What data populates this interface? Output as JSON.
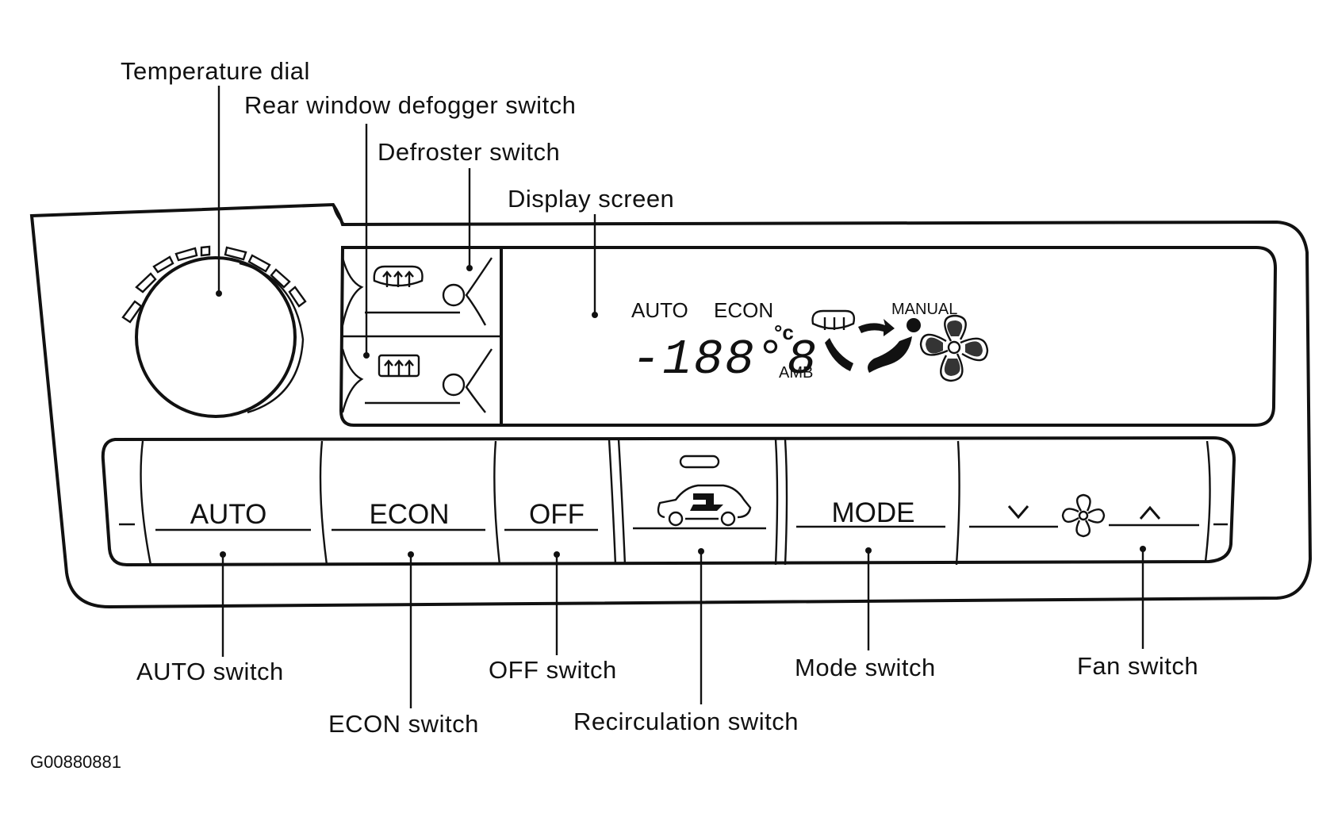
{
  "callouts": {
    "temperature_dial": "Temperature dial",
    "rear_defogger": "Rear window defogger switch",
    "defroster": "Defroster switch",
    "display_screen": "Display screen",
    "auto_switch": "AUTO switch",
    "econ_switch": "ECON switch",
    "off_switch": "OFF switch",
    "recirculation_switch": "Recirculation switch",
    "mode_switch": "Mode switch",
    "fan_switch": "Fan switch"
  },
  "buttons": {
    "auto": "AUTO",
    "econ": "ECON",
    "off": "OFF",
    "mode": "MODE",
    "fan_down": "v",
    "fan_up": "^"
  },
  "display": {
    "auto": "AUTO",
    "econ": "ECON",
    "temperature": "-188°8",
    "unit": "°c",
    "amb": "AMB",
    "manual": "MANUAL"
  },
  "figure_code": "G00880881",
  "icons": {
    "defroster": "front-defroster-icon",
    "rear_defogger": "rear-defogger-icon",
    "recirculation": "recirculation-car-icon",
    "fan": "fan-icon",
    "airflow": "airflow-mode-icon"
  }
}
